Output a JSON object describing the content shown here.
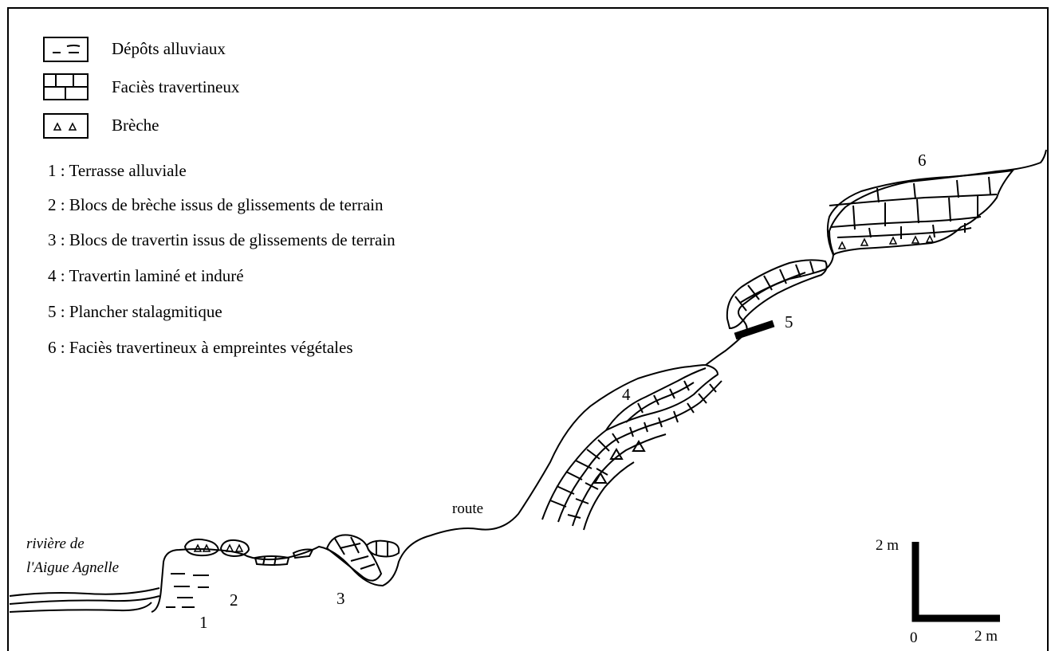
{
  "legend": {
    "symbols": [
      {
        "label": "Dépôts alluviaux",
        "icon": "alluvial-deposits-icon"
      },
      {
        "label": "Faciès travertineux",
        "icon": "travertine-facies-icon"
      },
      {
        "label": "Brèche",
        "icon": "breccia-icon"
      }
    ],
    "numbered": [
      "1 : Terrasse alluviale",
      "2 : Blocs de brèche issus de glissements de terrain",
      "3 : Blocs de travertin issus de glissements de terrain",
      "4 : Travertin laminé et induré",
      "5 : Plancher stalagmitique",
      "6 : Faciès travertineux à empreintes végétales"
    ]
  },
  "profile_labels": {
    "river_line1": "rivière de",
    "river_line2": "l'Aigue Agnelle",
    "route": "route",
    "n1": "1",
    "n2": "2",
    "n3": "3",
    "n4": "4",
    "n5": "5",
    "n6": "6"
  },
  "scale": {
    "vertical_label": "2 m",
    "origin_label": "0",
    "horizontal_label": "2 m"
  }
}
